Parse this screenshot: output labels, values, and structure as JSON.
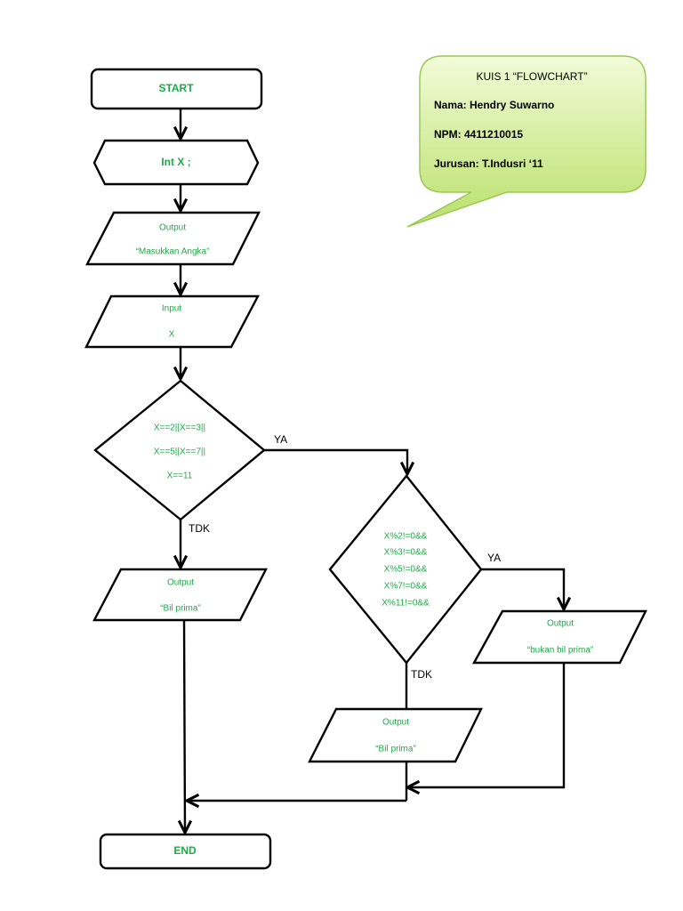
{
  "colors": {
    "node_text": "#22a84a",
    "callout_fill_top": "#f2fbd8",
    "callout_fill_bottom": "#b9e06a",
    "callout_stroke": "#9cc85a"
  },
  "callout": {
    "title": "KUIS 1 “FLOWCHART”",
    "nama": "Nama: Hendry Suwarno",
    "npm": "NPM: 4411210015",
    "jurusan": "Jurusan: T.Indusri ‘11"
  },
  "nodes": {
    "start": "START",
    "declare": "Int X ;",
    "output1": {
      "line1": "Output",
      "line2": "“Masukkan Angka”"
    },
    "input": {
      "line1": "Input",
      "line2": "X"
    },
    "decision1": [
      "X==2||X==3||",
      "X==5||X==7||",
      "X==11"
    ],
    "output_bil_prima_left": {
      "line1": "Output",
      "line2": "“Bil prima”"
    },
    "decision2": [
      "X%2!=0&&",
      "X%3!=0&&",
      "X%5!=0&&",
      "X%7!=0&&",
      "X%11!=0&&"
    ],
    "output_bukan": {
      "line1": "Output",
      "line2": "“bukan bil prima”"
    },
    "output_bil_prima_mid": {
      "line1": "Output",
      "line2": "“Bil prima”"
    },
    "end": "END"
  },
  "edge_labels": {
    "d1_yes": "YA",
    "d1_no": "TDK",
    "d2_yes": "YA",
    "d2_no": "TDK"
  }
}
